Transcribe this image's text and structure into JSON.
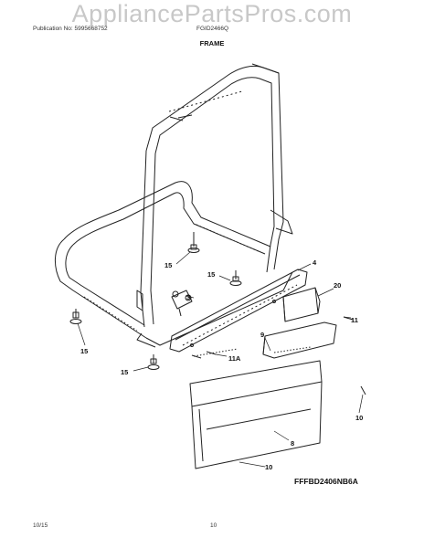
{
  "watermark": "AppliancePartsPros.com",
  "header": {
    "publication": "Publication No: 5995668752",
    "model": "FGID2466Q",
    "title": "FRAME"
  },
  "diagram": {
    "callouts": [
      "15",
      "15",
      "3",
      "4",
      "20",
      "11",
      "15",
      "11A",
      "9",
      "15",
      "10",
      "8",
      "10"
    ],
    "code": "FFFBD2406NB6A"
  },
  "footer": {
    "date": "10/15",
    "page": "10"
  }
}
